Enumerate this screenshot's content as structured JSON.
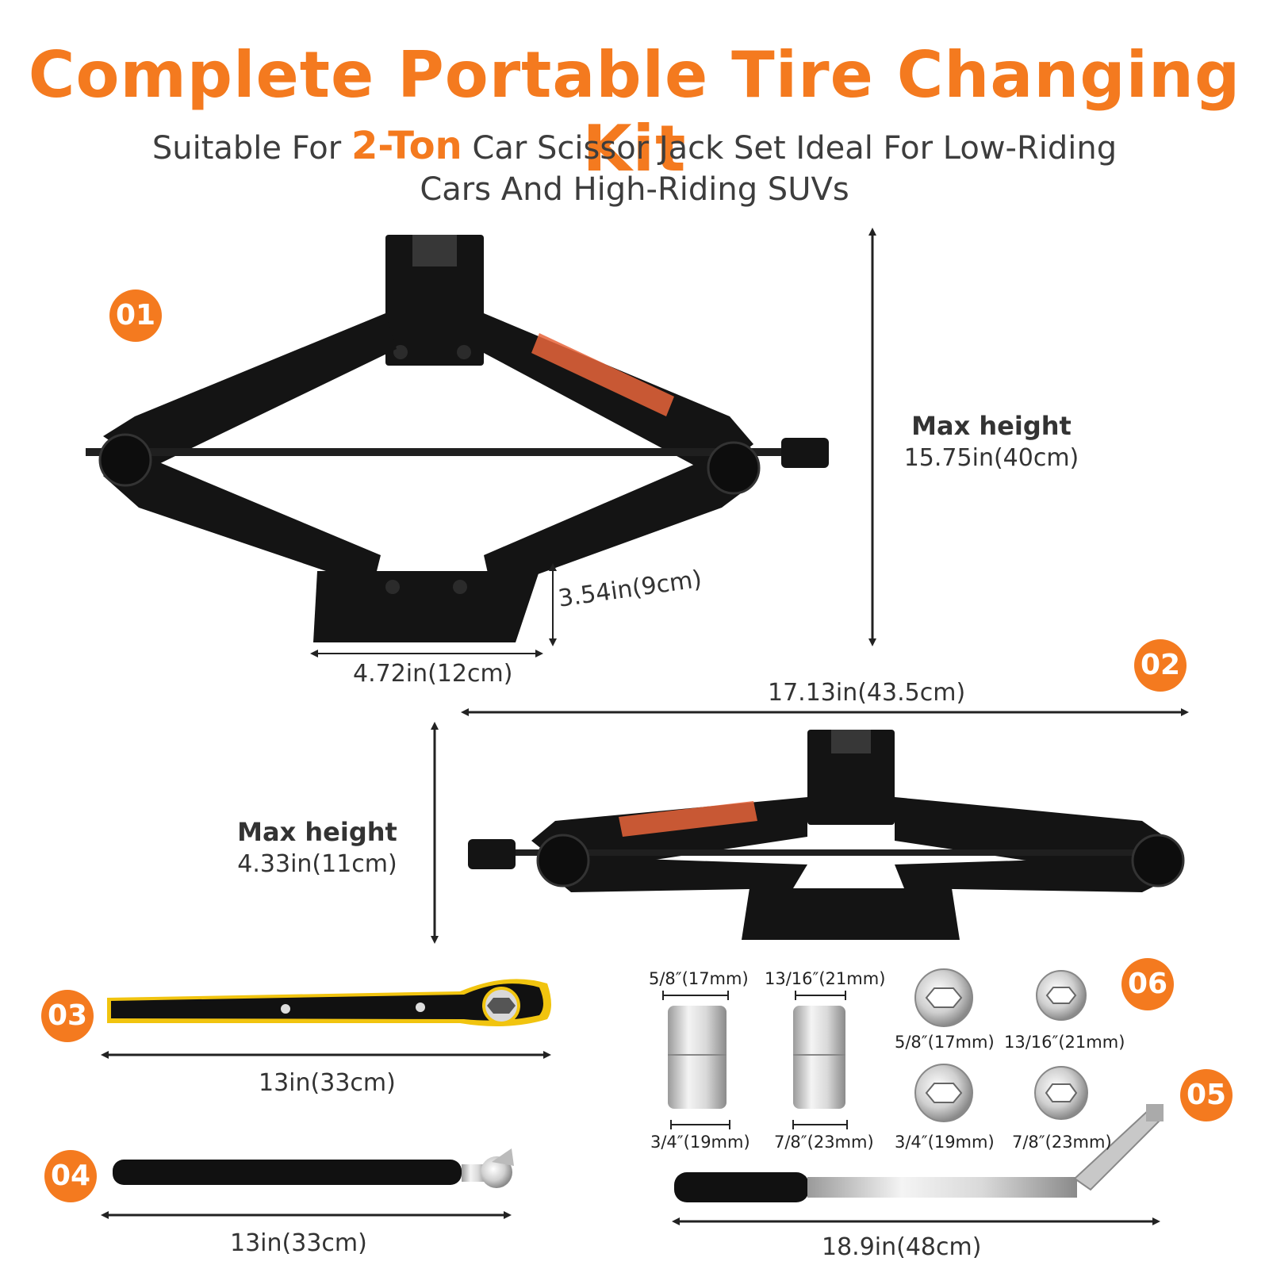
{
  "header": {
    "title": "Complete Portable Tire Changing Kit",
    "subtitle_prefix": "Suitable For ",
    "subtitle_highlight": "2-Ton",
    "subtitle_suffix": " Car Scissor Jack Set Ideal For Low-Riding",
    "subtitle_line2": "Cars And High-Riding SUVs"
  },
  "badges": {
    "b1": "01",
    "b2": "02",
    "b3": "03",
    "b4": "04",
    "b5": "05",
    "b6": "06"
  },
  "jack_raised": {
    "max_label": "Max height",
    "max_value": "15.75in(40cm)",
    "base_width": "4.72in(12cm)",
    "base_height": "3.54in(9cm)"
  },
  "jack_lowered": {
    "length": "17.13in(43.5cm)",
    "max_label": "Max height",
    "max_value": "4.33in(11cm)"
  },
  "wrench": {
    "length": "13in(33cm)"
  },
  "extension_bar": {
    "length": "13in(33cm)"
  },
  "lug_wrench": {
    "length": "18.9in(48cm)"
  },
  "sockets": {
    "s1": "5/8″(17mm)",
    "s2": "13/16″(21mm)",
    "s3": "3/4″(19mm)",
    "s4": "7/8″(23mm)",
    "r1": "5/8″(17mm)",
    "r2": "13/16″(21mm)",
    "r3": "3/4″(19mm)",
    "r4": "7/8″(23mm)"
  },
  "colors": {
    "accent": "#f47a1f",
    "text": "#333333",
    "jack": "#141414",
    "wrench_yellow": "#f1c40f"
  }
}
